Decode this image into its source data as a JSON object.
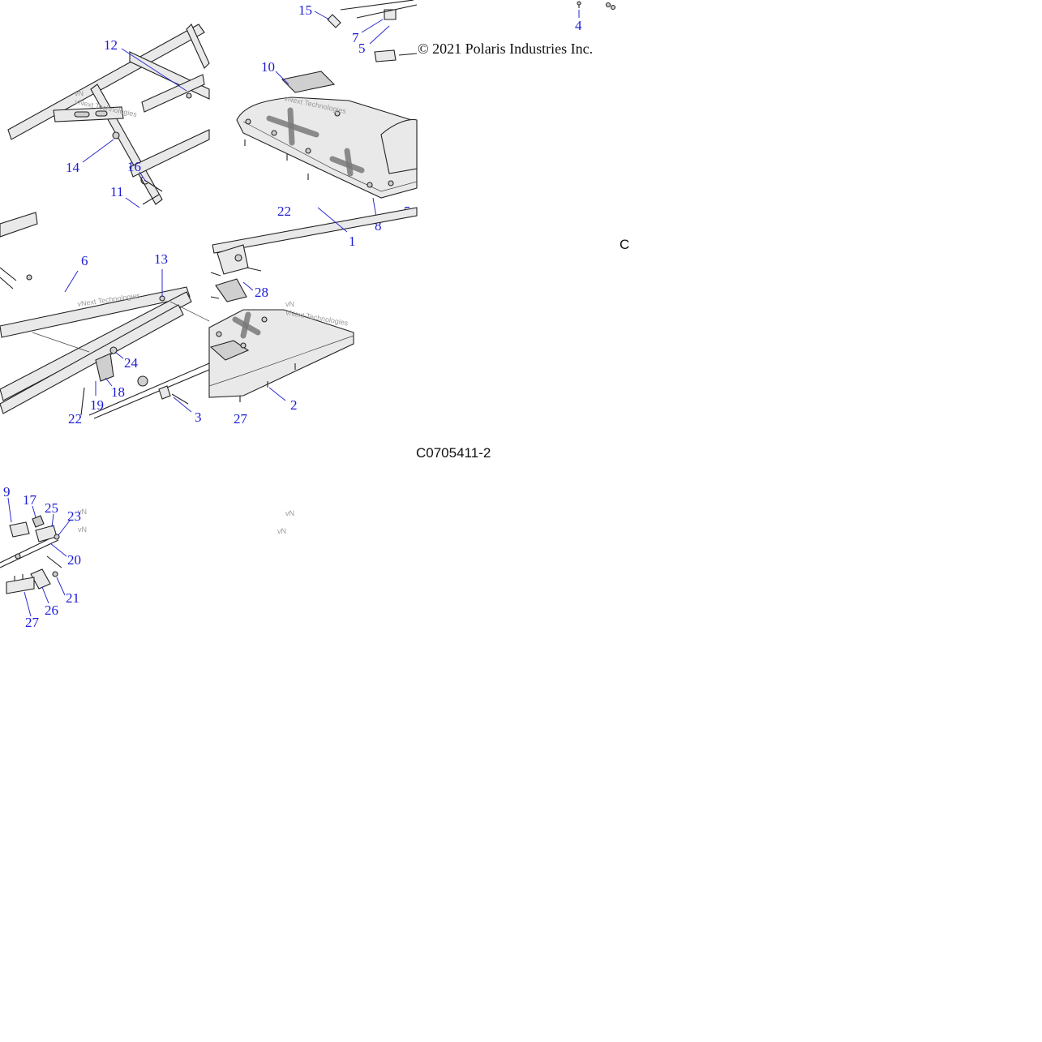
{
  "copyright": "© 2021 Polaris Industries Inc.",
  "figure_id": "C0705411-2",
  "fragment_char": "C",
  "watermark": "vNext Technologies",
  "watermark_short": "vN",
  "callouts": {
    "c1": "1",
    "c2": "2",
    "c3": "3",
    "c4": "4",
    "c5a": "5",
    "c5b": "5",
    "c6": "6",
    "c7": "7",
    "c8": "8",
    "c9": "9",
    "c10": "10",
    "c11": "11",
    "c12": "12",
    "c13": "13",
    "c14": "14",
    "c15": "15",
    "c16": "16",
    "c17": "17",
    "c18": "18",
    "c19": "19",
    "c20": "20",
    "c21": "21",
    "c22a": "22",
    "c22b": "22",
    "c23": "23",
    "c24": "24",
    "c25": "25",
    "c26": "26",
    "c27a": "27",
    "c27b": "27",
    "c28": "28"
  }
}
